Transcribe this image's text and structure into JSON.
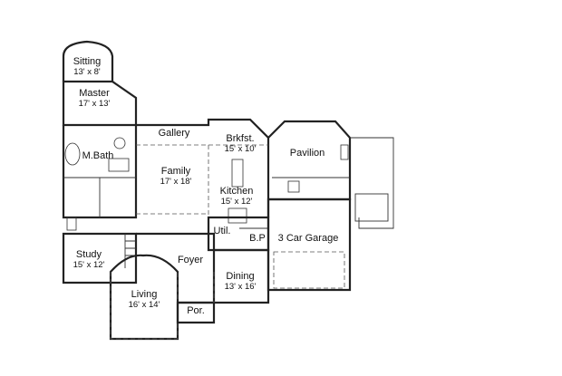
{
  "rooms": [
    {
      "name": "Sitting",
      "dims": "13' x 8'"
    },
    {
      "name": "Master",
      "dims": "17' x 13'"
    },
    {
      "name": "Gallery",
      "dims": ""
    },
    {
      "name": "Brkfst.",
      "dims": "15' x 10'"
    },
    {
      "name": "Pavilion",
      "dims": ""
    },
    {
      "name": "M.Bath",
      "dims": ""
    },
    {
      "name": "Family",
      "dims": "17' x 18'"
    },
    {
      "name": "Kitchen",
      "dims": "15' x 12'"
    },
    {
      "name": "Util.",
      "dims": ""
    },
    {
      "name": "B.P",
      "dims": ""
    },
    {
      "name": "3 Car Garage",
      "dims": ""
    },
    {
      "name": "Study",
      "dims": "15' x 12'"
    },
    {
      "name": "Foyer",
      "dims": ""
    },
    {
      "name": "Dining",
      "dims": "13' x 16'"
    },
    {
      "name": "Living",
      "dims": "16' x 14'"
    },
    {
      "name": "Por.",
      "dims": ""
    }
  ]
}
